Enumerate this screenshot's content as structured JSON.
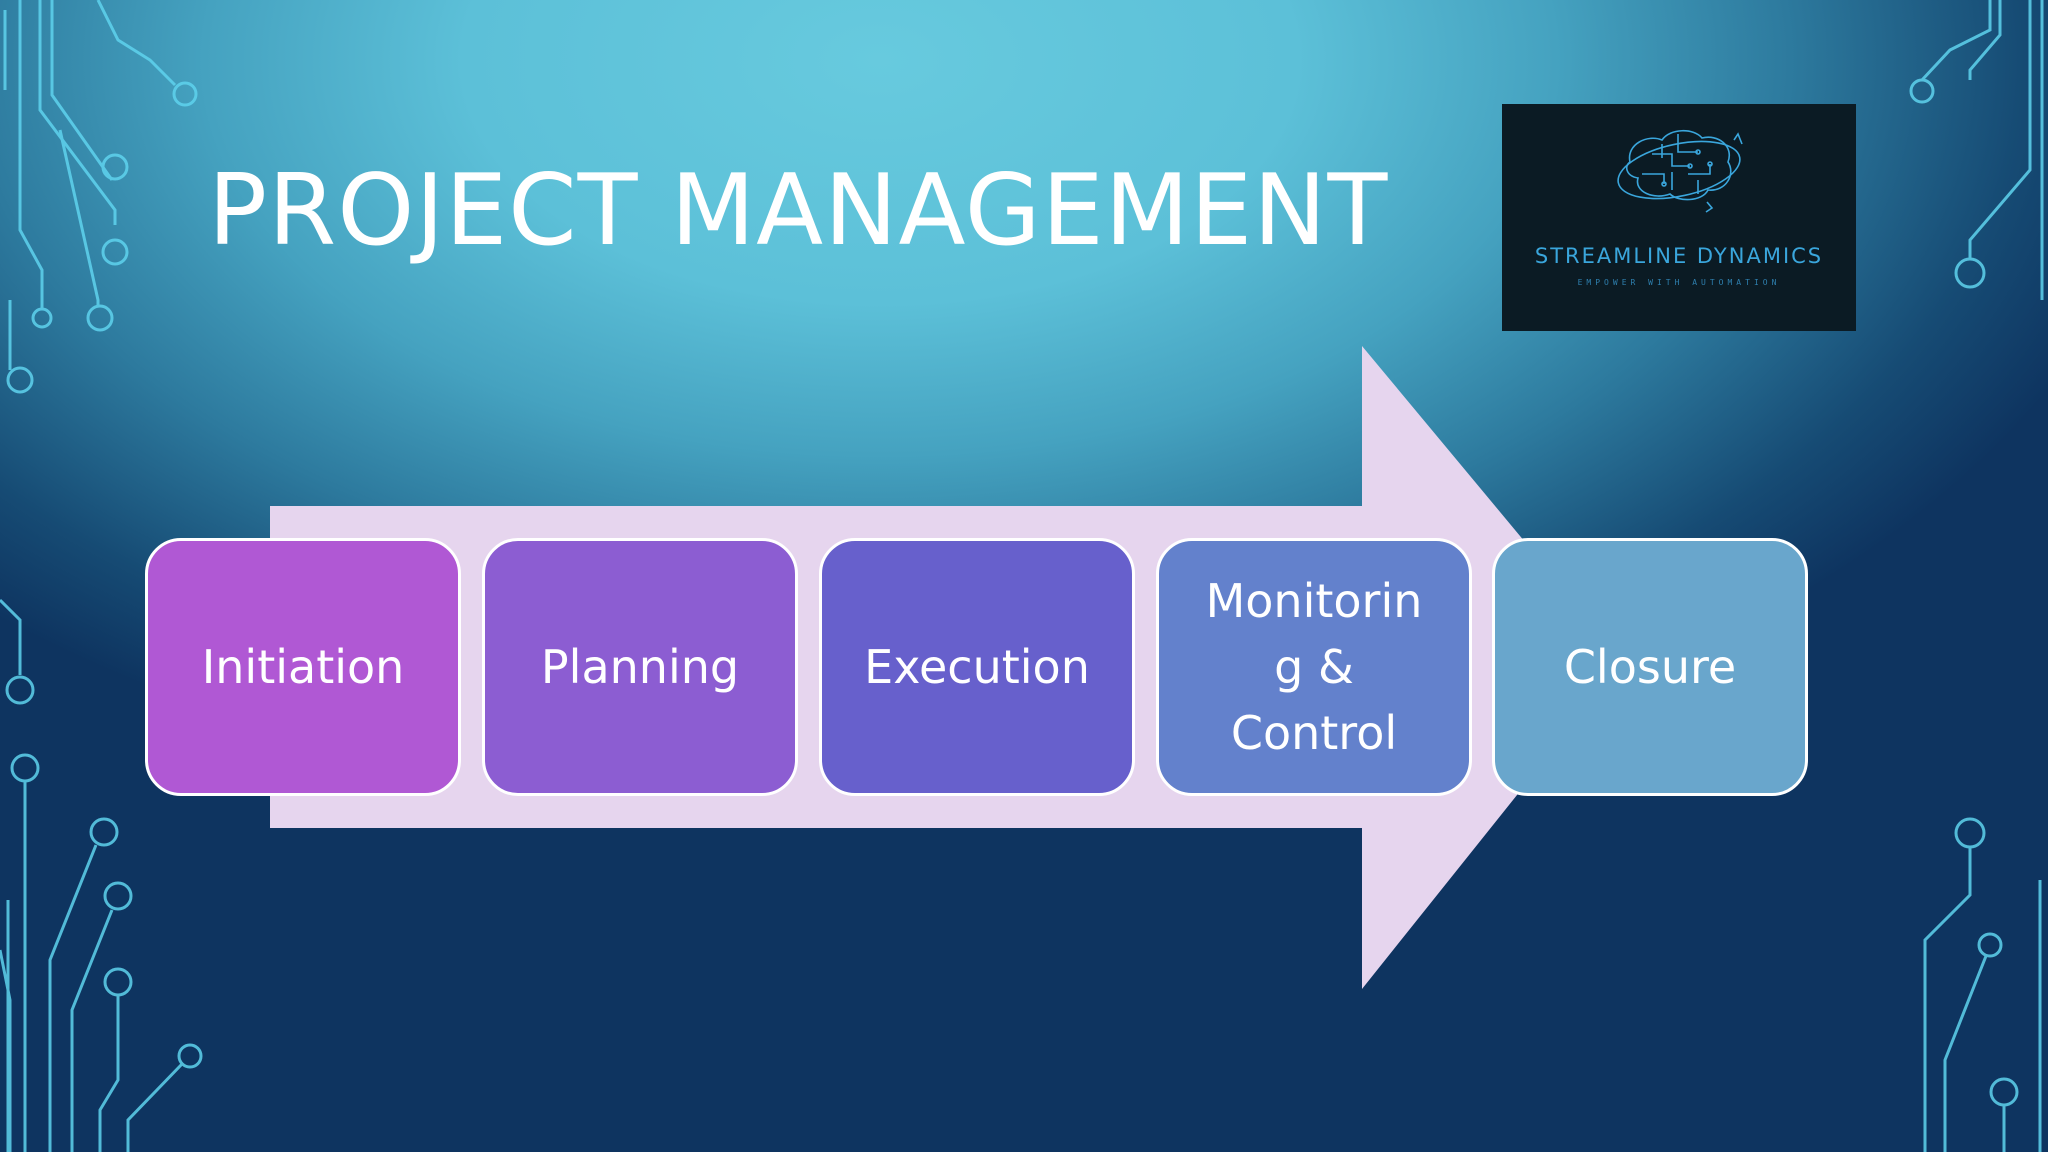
{
  "slide": {
    "title": "PROJECT MANAGEMENT"
  },
  "logo": {
    "name": "STREAMLINE DYNAMICS",
    "tagline": "EMPOWER WITH AUTOMATION",
    "icon": "circuit-brain-icon"
  },
  "process": {
    "steps": [
      {
        "label": "Initiation",
        "color": "#b058d4"
      },
      {
        "label": "Planning",
        "color": "#8c5dd2"
      },
      {
        "label": "Execution",
        "color": "#6760cc"
      },
      {
        "label": "Monitorin\ng &\nControl",
        "color": "#6381cc"
      },
      {
        "label": "Closure",
        "color": "#69a6cc"
      }
    ],
    "arrow_color": "#e6d5ee"
  },
  "theme": {
    "title_color": "#ffffff",
    "circuit_color": "#5fd3ee"
  }
}
